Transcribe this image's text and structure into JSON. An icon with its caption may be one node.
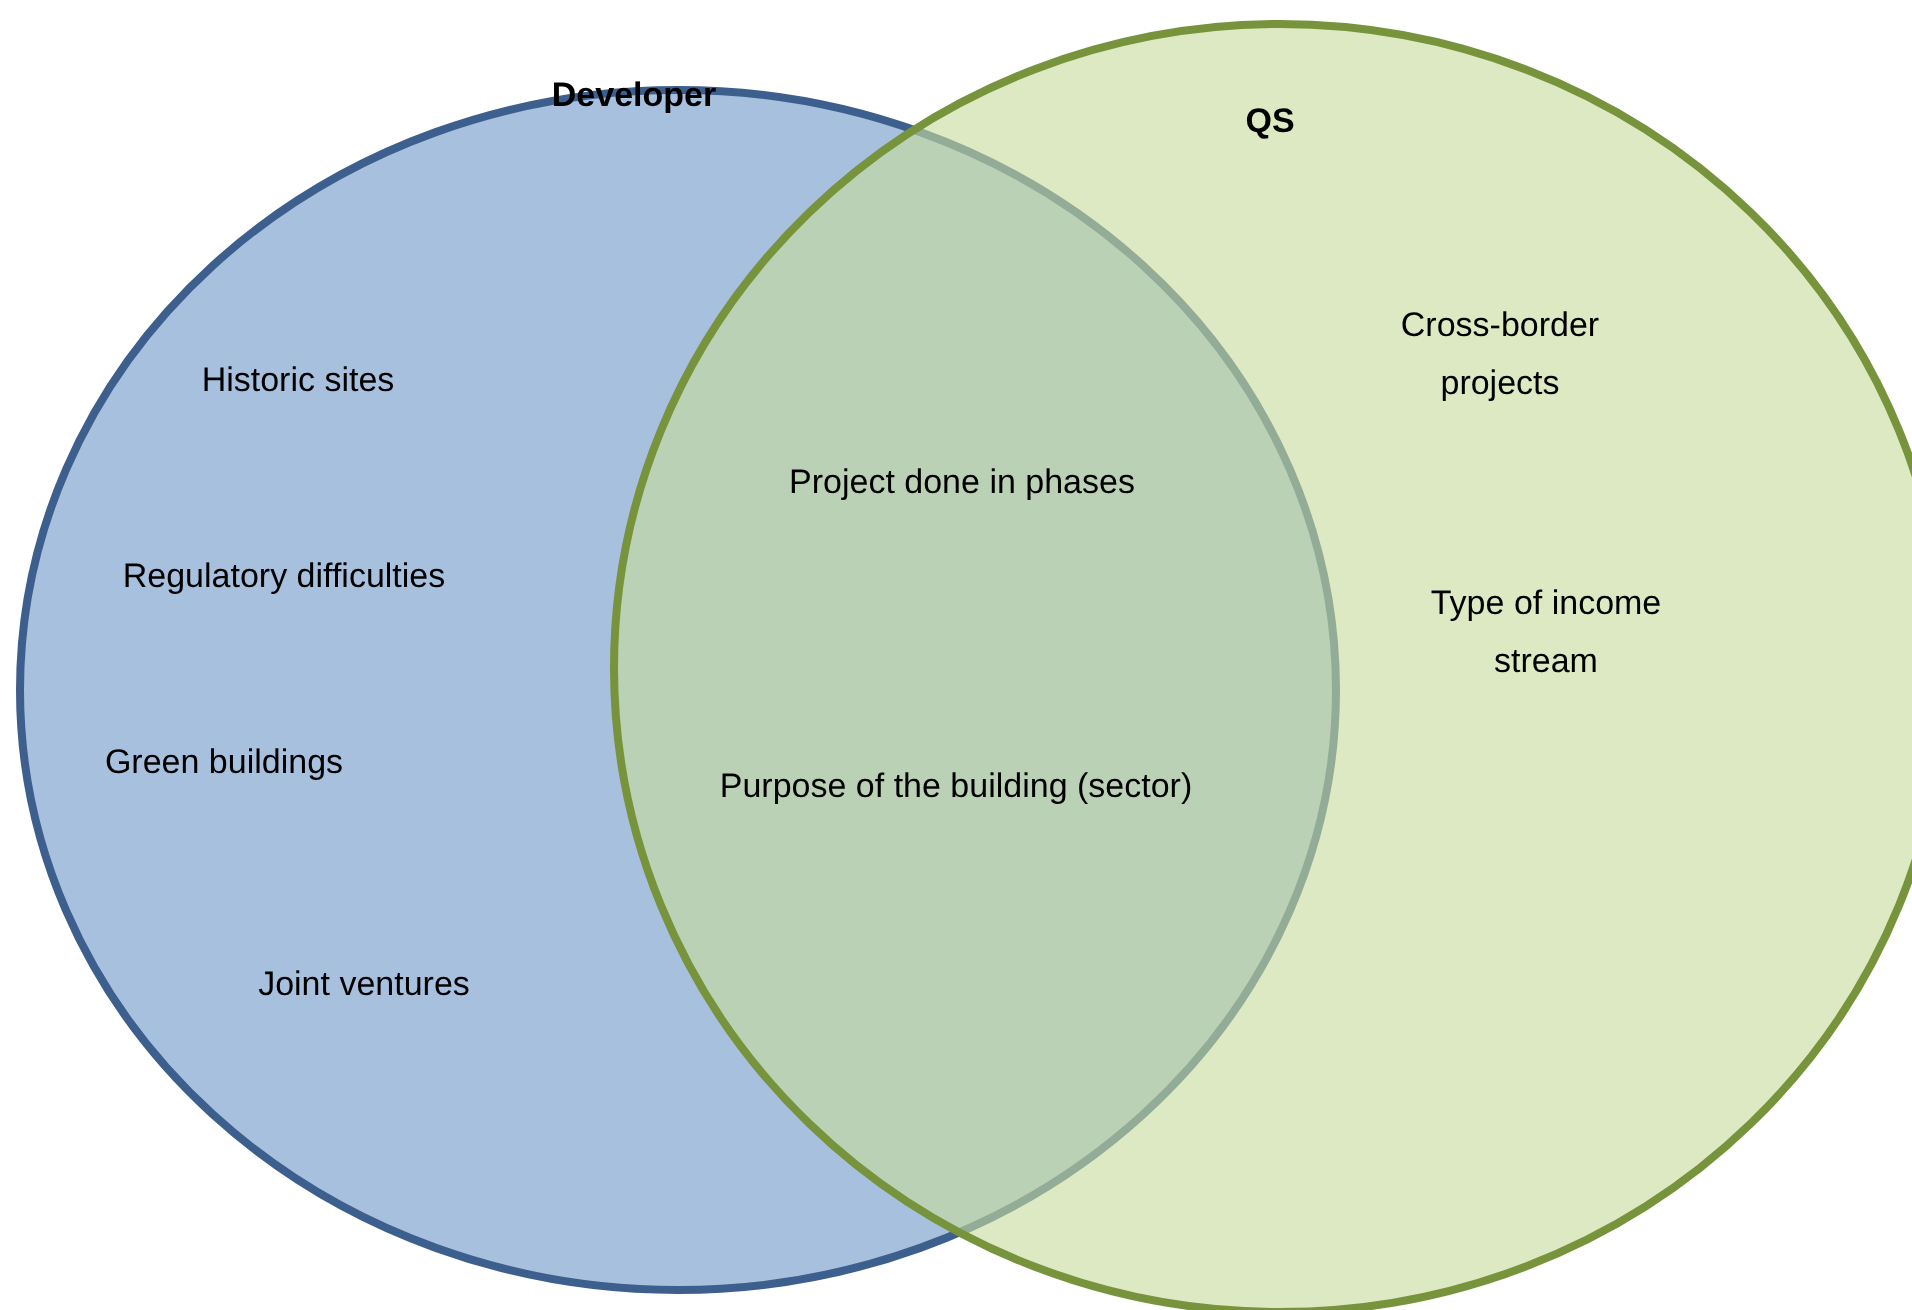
{
  "diagram": {
    "nodes": [
      {
        "text": [
          "Developer"
        ]
      },
      {
        "text": [
          "QS"
        ]
      }
    ],
    "labels": [
      "Cross-border projects",
      "Historic sites",
      "Project done in phases",
      "Regulatory difficulties",
      "Type of income stream",
      "Green buildings",
      "Purpose of the building (sector)",
      "Joint ventures"
    ]
  }
}
